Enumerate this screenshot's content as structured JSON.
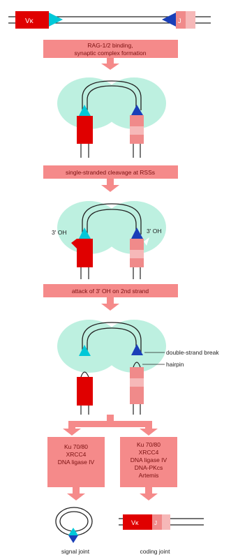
{
  "segments": {
    "v": "Vκ",
    "j": "J"
  },
  "steps": {
    "step1_line1": "RAG-1/2 binding,",
    "step1_line2": "synaptic complex formation",
    "step2": "single-stranded cleavage at RSSs",
    "step3": "attack of 3' OH on 2nd strand"
  },
  "labels": {
    "oh_left": "3' OH",
    "oh_right": "3' OH",
    "double_strand_break": "double-strand break",
    "hairpin": "hairpin"
  },
  "enzymes": {
    "left": [
      "Ku 70/80",
      "XRCC4",
      "DNA ligase IV"
    ],
    "right": [
      "Ku 70/80",
      "XRCC4",
      "DNA ligase IV",
      "DNA-PKcs",
      "Artemis"
    ]
  },
  "outcomes": {
    "signal_joint": "signal joint",
    "coding_joint": "coding joint"
  },
  "colors": {
    "v_segment": "#e00000",
    "j_segment": "#f08a8a",
    "rss_cyan": "#00c8d8",
    "rss_blue": "#1a3fb8",
    "rag_complex": "#bdf0e0",
    "step_box": "#f58a8a",
    "arrow": "#f58a8a",
    "dna_line": "#222222"
  }
}
